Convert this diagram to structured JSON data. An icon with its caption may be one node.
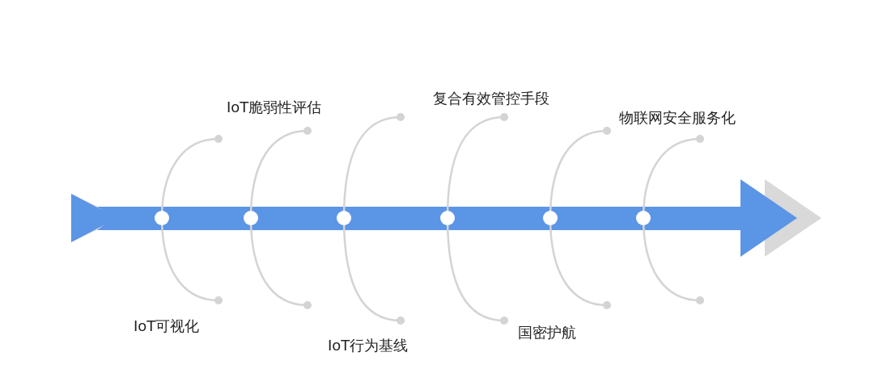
{
  "diagram": {
    "nodes": [
      {
        "text": [],
        "shape": "circle"
      },
      {
        "text": [],
        "shape": "circle"
      },
      {
        "text": [],
        "shape": "circle"
      },
      {
        "text": [],
        "shape": "circle"
      },
      {
        "text": [],
        "shape": "circle"
      },
      {
        "text": [],
        "shape": "circle"
      }
    ],
    "labels": [
      "IoT可视化",
      "IoT脆弱性评估",
      "IoT行为基线",
      "复合有效管控手段",
      "国密护航",
      "物联网安全服务化"
    ]
  }
}
